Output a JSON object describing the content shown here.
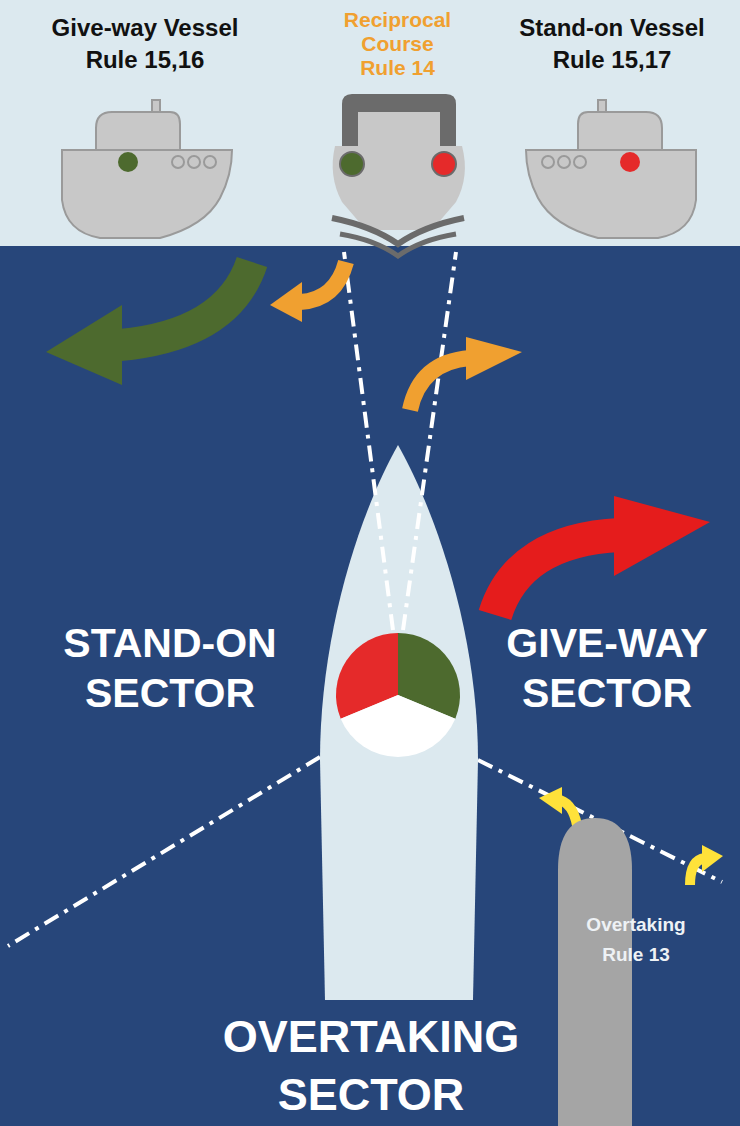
{
  "diagram": {
    "nodes": [
      {
        "text": [
          "Give-way Vessel Rule 15,16"
        ]
      },
      {
        "text": [
          "Reciprocal Course Rule 14"
        ]
      },
      {
        "text": [
          "Stand-on Vessel Rule 15,17"
        ]
      },
      {
        "text": [
          "Overtaking Rule 13"
        ]
      }
    ],
    "labels": [
      "STAND-ON SECTOR",
      "GIVE-WAY SECTOR",
      "OVERTAKING SECTOR"
    ]
  }
}
